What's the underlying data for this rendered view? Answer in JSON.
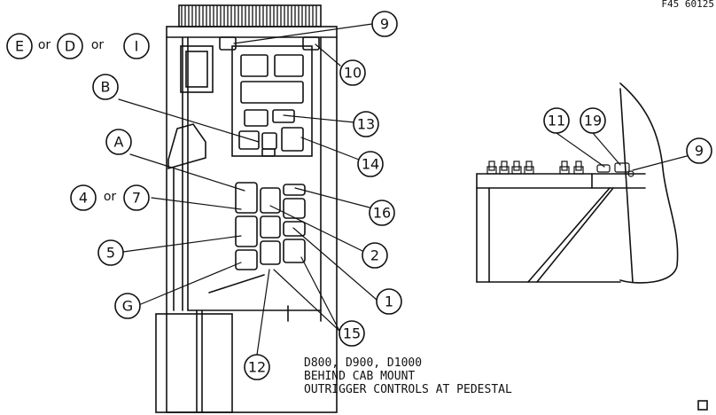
{
  "figure_id": "F45 60125",
  "callouts": {
    "E": "E",
    "D": "D",
    "I": "I",
    "or": "or",
    "n9": "9",
    "n10": "10",
    "B": "B",
    "n13": "13",
    "A": "A",
    "n14": "14",
    "n4": "4",
    "n7": "7",
    "n16": "16",
    "n5": "5",
    "n2": "2",
    "G": "G",
    "n1": "1",
    "n15": "15",
    "n12": "12",
    "r11": "11",
    "r19": "19",
    "r9": "9"
  },
  "notes": {
    "line1": "D800, D900, D1000",
    "line2": "BEHIND CAB MOUNT",
    "line3": "OUTRIGGER CONTROLS AT PEDESTAL"
  }
}
